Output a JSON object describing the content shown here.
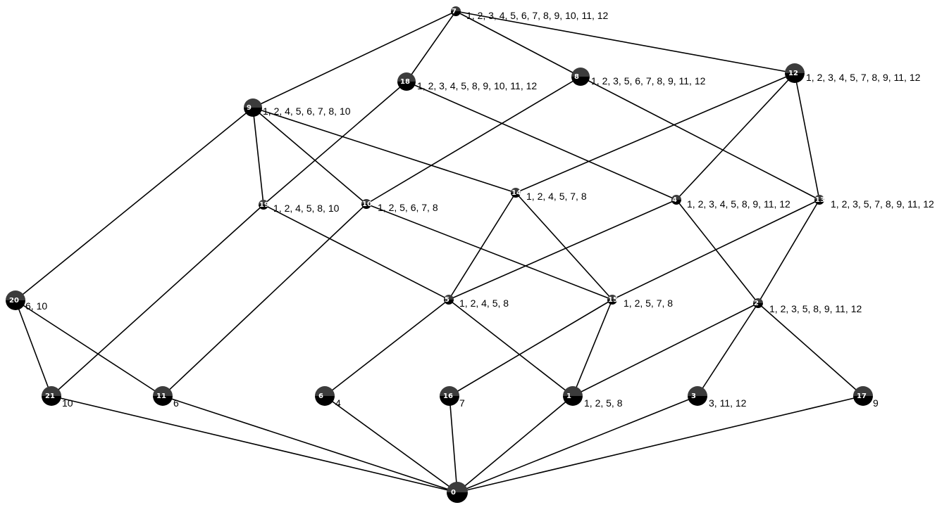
{
  "diagram": {
    "type": "concept-lattice",
    "nodes": [
      {
        "id": "0",
        "label": ""
      },
      {
        "id": "1",
        "label": "1, 2, 5, 8"
      },
      {
        "id": "2",
        "label": "1, 2, 3, 5, 8, 9, 11, 12"
      },
      {
        "id": "3",
        "label": "3, 11, 12"
      },
      {
        "id": "4",
        "label": "1, 2, 3, 4, 5, 8, 9, 11, 12"
      },
      {
        "id": "5",
        "label": "1, 2, 4, 5, 8"
      },
      {
        "id": "6",
        "label": "4"
      },
      {
        "id": "7",
        "label": "1, 2, 3, 4, 5, 6, 7, 8, 9, 10, 11, 12"
      },
      {
        "id": "8",
        "label": "1, 2, 3, 5, 6, 7, 8, 9, 11, 12"
      },
      {
        "id": "9",
        "label": "1, 2, 4, 5, 6, 7, 8, 10"
      },
      {
        "id": "10",
        "label": "1, 2, 5, 6, 7, 8"
      },
      {
        "id": "11",
        "label": "6"
      },
      {
        "id": "12",
        "label": "1, 2, 3, 4, 5, 7, 8, 9, 11, 12"
      },
      {
        "id": "13",
        "label": "1, 2, 3, 5, 7, 8, 9, 11, 12"
      },
      {
        "id": "14",
        "label": "1, 2, 4, 5, 7, 8"
      },
      {
        "id": "15",
        "label": "1, 2, 5, 7, 8"
      },
      {
        "id": "16",
        "label": "7"
      },
      {
        "id": "17",
        "label": "9"
      },
      {
        "id": "18",
        "label": "1, 2, 3, 4, 5, 8, 9, 10, 11, 12"
      },
      {
        "id": "19",
        "label": "1, 2, 4, 5, 8, 10"
      },
      {
        "id": "20",
        "label": "6, 10"
      },
      {
        "id": "21",
        "label": "10"
      }
    ],
    "edges": [
      [
        "7",
        "9"
      ],
      [
        "7",
        "18"
      ],
      [
        "7",
        "8"
      ],
      [
        "7",
        "12"
      ],
      [
        "9",
        "20"
      ],
      [
        "9",
        "19"
      ],
      [
        "9",
        "10"
      ],
      [
        "9",
        "14"
      ],
      [
        "18",
        "19"
      ],
      [
        "18",
        "4"
      ],
      [
        "8",
        "10"
      ],
      [
        "8",
        "13"
      ],
      [
        "12",
        "14"
      ],
      [
        "12",
        "4"
      ],
      [
        "12",
        "13"
      ],
      [
        "19",
        "21"
      ],
      [
        "19",
        "5"
      ],
      [
        "10",
        "11"
      ],
      [
        "10",
        "15"
      ],
      [
        "14",
        "5"
      ],
      [
        "14",
        "15"
      ],
      [
        "4",
        "5"
      ],
      [
        "4",
        "2"
      ],
      [
        "13",
        "15"
      ],
      [
        "13",
        "2"
      ],
      [
        "20",
        "21"
      ],
      [
        "20",
        "11"
      ],
      [
        "5",
        "6"
      ],
      [
        "5",
        "1"
      ],
      [
        "15",
        "16"
      ],
      [
        "15",
        "1"
      ],
      [
        "2",
        "1"
      ],
      [
        "2",
        "3"
      ],
      [
        "2",
        "17"
      ],
      [
        "21",
        "0"
      ],
      [
        "11",
        "0"
      ],
      [
        "6",
        "0"
      ],
      [
        "16",
        "0"
      ],
      [
        "1",
        "0"
      ],
      [
        "3",
        "0"
      ],
      [
        "17",
        "0"
      ]
    ]
  }
}
